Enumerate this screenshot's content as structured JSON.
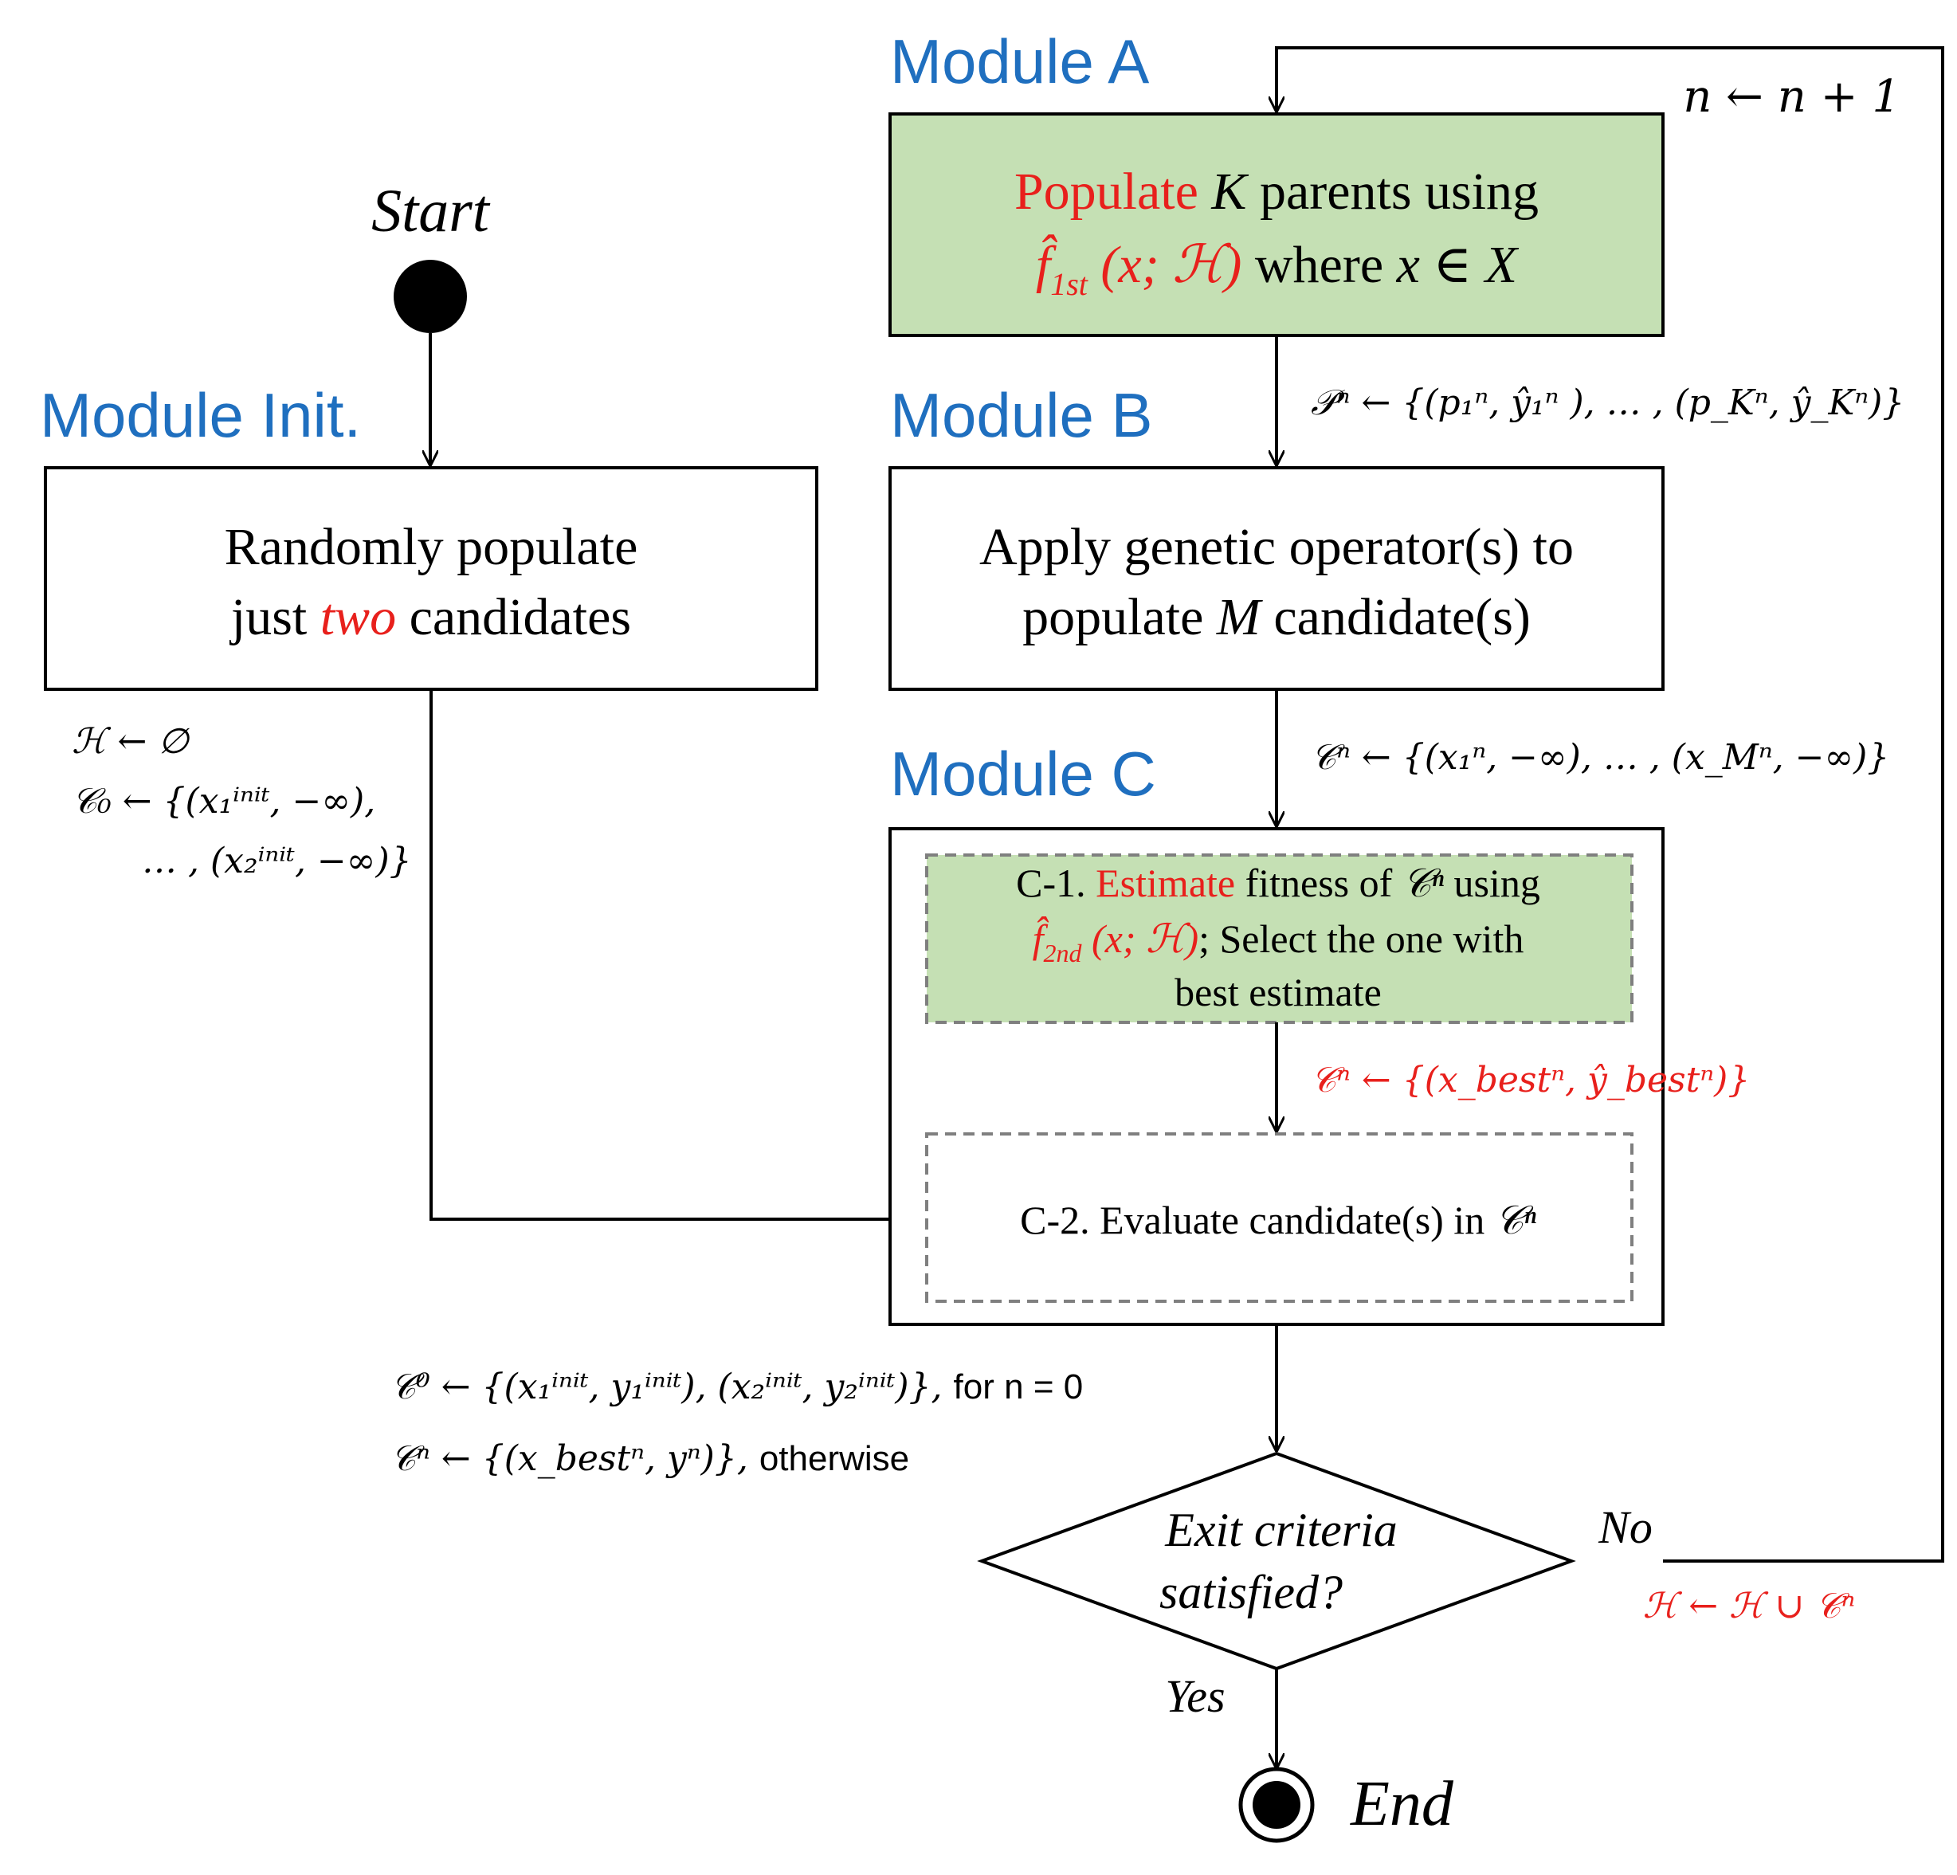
{
  "colors": {
    "module_title": "#1f6fbf",
    "highlight_red": "#e8201c",
    "green_fill": "#c5e0b4",
    "line": "#000000",
    "dashed": "#7f7f7f"
  },
  "start": {
    "label": "Start"
  },
  "end": {
    "label": "End"
  },
  "module_init": {
    "title": "Module Init.",
    "line1": "Randomly populate",
    "line2_pre": "just ",
    "line2_em": "two",
    "line2_post": " candidates"
  },
  "module_a": {
    "title": "Module A",
    "line1_red": "Populate ",
    "line1_k": "K",
    "line1_rest": " parents using",
    "line2_f": "f̂",
    "line2_sub": "1st",
    "line2_args": " (x; ℋ)",
    "line2_rest": " where ",
    "line2_tail": "x ∈ X"
  },
  "module_b": {
    "title": "Module B",
    "line1": "Apply genetic operator(s) to",
    "line2_pre": "populate ",
    "line2_m": "M",
    "line2_post": " candidate(s)"
  },
  "module_c": {
    "title": "Module C",
    "c1_pre": "C-1. ",
    "c1_red": "Estimate",
    "c1_mid": " fitness of ",
    "c1_set": "𝒞ⁿ",
    "c1_post": " using",
    "c1_f": "f̂",
    "c1_sub": "2nd",
    "c1_args": " (x; ℋ)",
    "c1_rest": "; Select the one with",
    "c1_line3": "best estimate",
    "c2_text": "C-2. Evaluate candidate(s) in ",
    "c2_set": "𝒞ⁿ"
  },
  "decision": {
    "line1": "Exit criteria",
    "line2": "satisfied?",
    "yes": "Yes",
    "no": "No"
  },
  "annotations": {
    "n_update": "n ← n + 1",
    "p_set": "𝒫ⁿ ← {(p₁ⁿ, ŷ₁ⁿ ), … , (p_Kⁿ, ŷ_Kⁿ)}",
    "c_set": "𝒞ⁿ ← {(x₁ⁿ, −∞), … , (x_Mⁿ, −∞)}",
    "c_best": "𝒞ⁿ ← {(x_bestⁿ, ŷ_bestⁿ)}",
    "h_init": "ℋ ←  ∅",
    "c0_line1": "𝒞₀ ← {(x₁ⁱⁿⁱᵗ, −∞),",
    "c0_line2": "… , (x₂ⁱⁿⁱᵗ, −∞)}",
    "c0_eval": "𝒞⁰ ← {(x₁ⁱⁿⁱᵗ, y₁ⁱⁿⁱᵗ), (x₂ⁱⁿⁱᵗ, y₂ⁱⁿⁱᵗ)}, ",
    "c0_eval_tail": "for n = 0",
    "cn_eval": "𝒞ⁿ ← {(x_bestⁿ, yⁿ)},  ",
    "cn_eval_tail": "otherwise",
    "h_update": "ℋ ← ℋ ∪ 𝒞ⁿ"
  }
}
